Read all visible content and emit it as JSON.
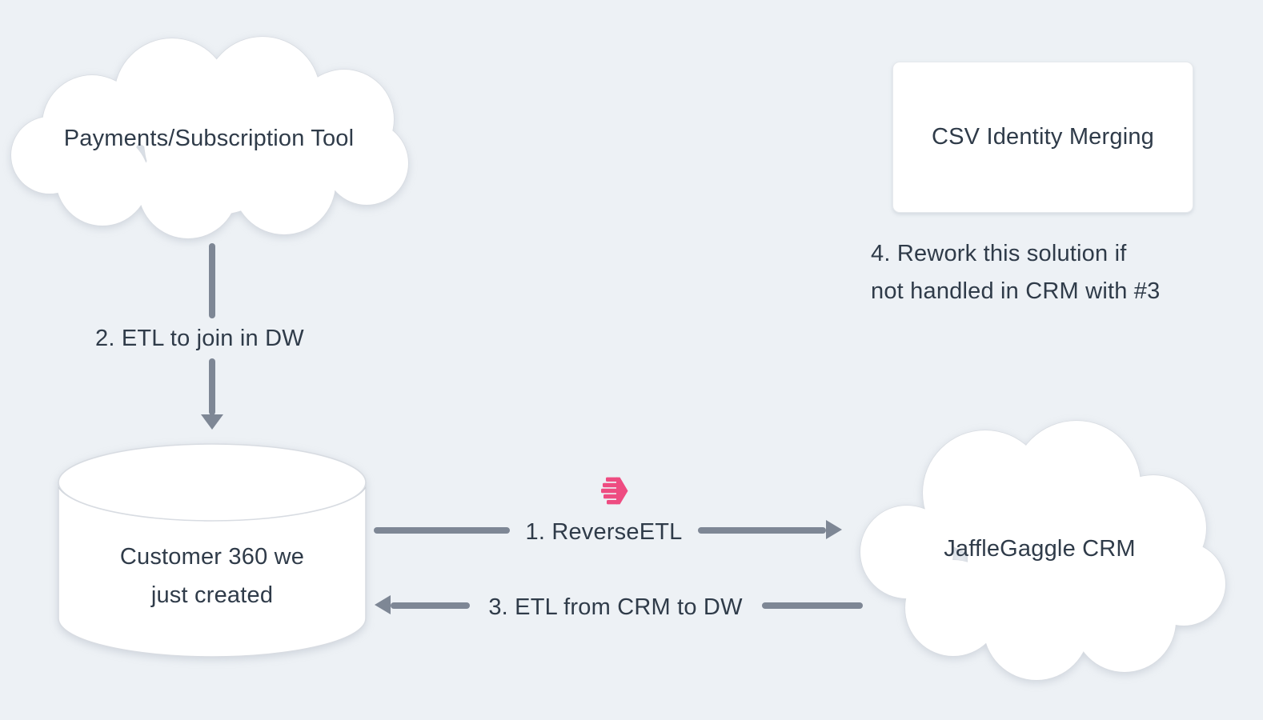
{
  "colors": {
    "background": "#edf1f5",
    "text": "#2f3b49",
    "arrow": "#7e8795",
    "shape_fill": "#ffffff",
    "shape_border": "#d8dce2",
    "accent_pink": "#ee4c81"
  },
  "nodes": {
    "payments_tool": {
      "shape": "cloud",
      "label": "Payments/Subscription Tool"
    },
    "csv_identity": {
      "shape": "rectangle",
      "label": "CSV Identity Merging"
    },
    "customer_360": {
      "shape": "cylinder",
      "lines": [
        "Customer 360 we",
        "just created"
      ]
    },
    "jafflegaggle_crm": {
      "shape": "cloud",
      "label": "JaffleGaggle CRM"
    }
  },
  "edges": {
    "etl_to_dw": {
      "label": "2. ETL to join in DW",
      "from": "payments_tool",
      "to": "customer_360",
      "direction": "down"
    },
    "reverse_etl": {
      "label": "1. ReverseETL",
      "from": "customer_360",
      "to": "jafflegaggle_crm",
      "direction": "right"
    },
    "etl_from_crm": {
      "label": "3. ETL from CRM to DW",
      "from": "jafflegaggle_crm",
      "to": "customer_360",
      "direction": "left"
    }
  },
  "annotations": {
    "rework_note": {
      "lines": [
        "4. Rework this solution if",
        "not handled in CRM with #3"
      ]
    }
  },
  "icons": {
    "census_logo": {
      "name": "census-logo-icon",
      "color": "#ee4c81"
    }
  }
}
